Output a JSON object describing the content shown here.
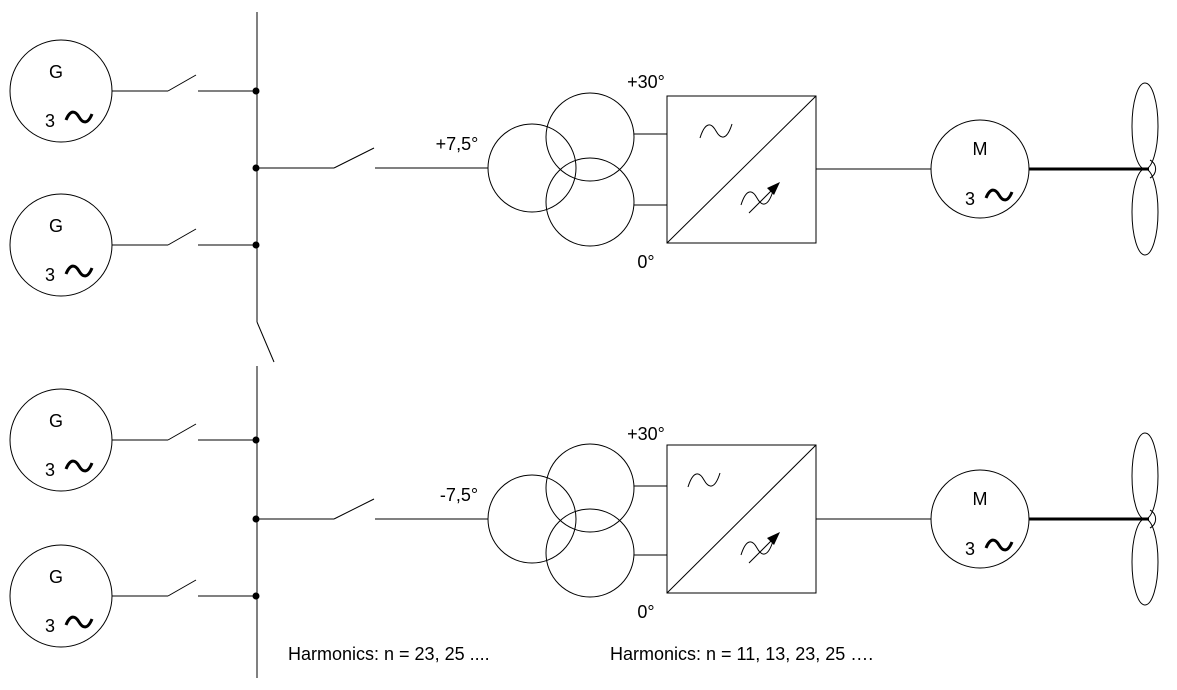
{
  "generators": [
    {
      "letter": "G",
      "phase": "3"
    },
    {
      "letter": "G",
      "phase": "3"
    },
    {
      "letter": "G",
      "phase": "3"
    },
    {
      "letter": "G",
      "phase": "3"
    }
  ],
  "motors": [
    {
      "letter": "M",
      "phase": "3"
    },
    {
      "letter": "M",
      "phase": "3"
    }
  ],
  "transformers": [
    {
      "input_shift": "+7,5°",
      "top_shift": "+30°",
      "bottom_shift": "0°"
    },
    {
      "input_shift": "-7,5°",
      "top_shift": "+30°",
      "bottom_shift": "0°"
    }
  ],
  "notes": {
    "left": "Harmonics: n = 23, 25 ....",
    "right": "Harmonics: n = 11, 13, 23, 25 …."
  },
  "icons": {
    "ac_symbol": "sine-wave-icon",
    "variable_symbol": "variable-frequency-arrow-icon",
    "propeller": "propeller-icon"
  }
}
